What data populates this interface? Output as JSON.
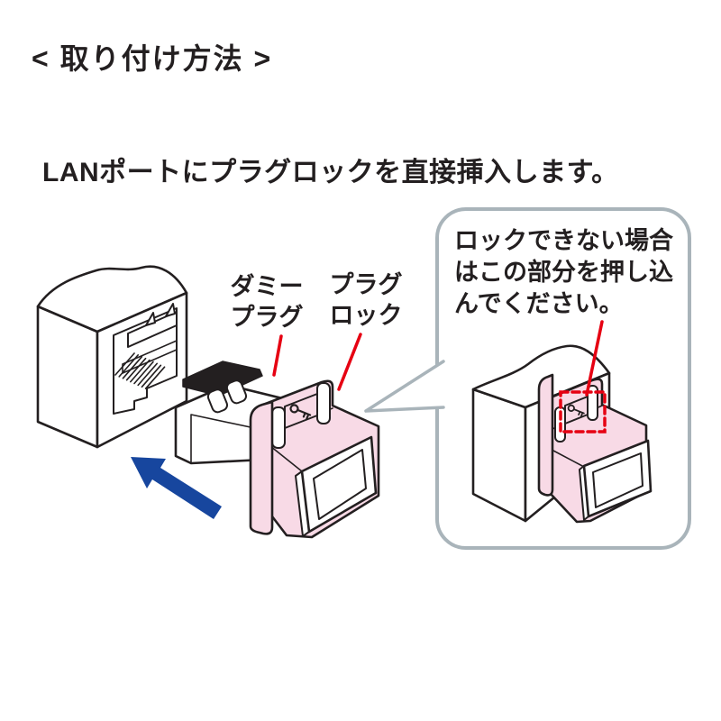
{
  "title": "< 取り付け方法 >",
  "instruction": "LANポートにプラグロックを直接挿入します。",
  "labels": {
    "dummy_plug": {
      "line1": "ダミー",
      "line2": "プラグ"
    },
    "plug_lock": {
      "line1": "プラグ",
      "line2": "ロック"
    }
  },
  "callout": {
    "line1": "ロックできない場合",
    "line2": "はこの部分を押し込",
    "line3": "んでください。"
  },
  "icons": {
    "key": "key-icon",
    "arrow": "insert-direction-arrow"
  },
  "colors": {
    "outline": "#231f20",
    "pink": "#f8dae6",
    "red": "#e60012",
    "blue": "#17469e",
    "callout_border": "#a9b4ba",
    "text": "#231f20"
  }
}
